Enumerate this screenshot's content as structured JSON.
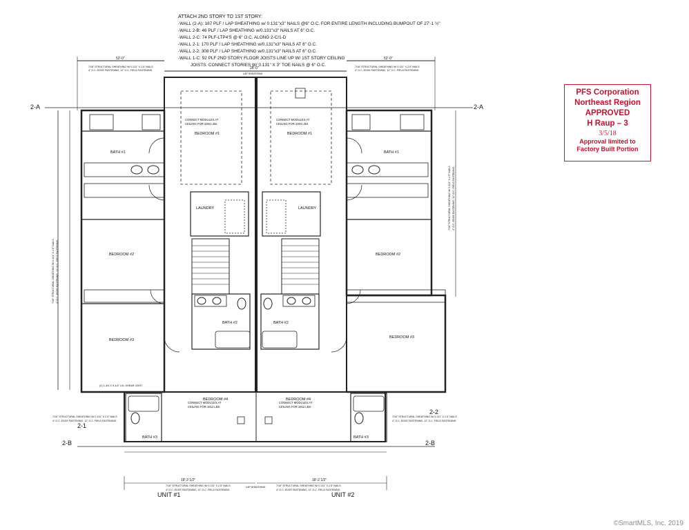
{
  "notes": {
    "heading": "ATTACH 2ND STORY TO 1ST STORY:",
    "lines": [
      "-WALL (2-A): 187 PLF / LAP SHEATHING w/ 0.131\"x3\" NAILS @6\" O.C. FOR ENTIRE LENGTH INCLUDING BUMPOUT OF 27'-1 ½\"",
      "-WALL 2-B: 46 PLF / LAP SHEATHING w/0.131\"x3\" NAILS AT 6\" O.C.",
      "-WALL 2-C: 74 PLF-LTP4'S @ 6\" O.C. ALONG 2-C/1-D",
      "-WALL 2-1: 170 PLF / LAP SHEATHING w/0.131\"x3\" NAILS AT 6\" O.C.",
      "-WALL 2-2: 308 PLF / LAP SHEATHING w/0.131\"x3\" NAILS AT 6\" O.C.",
      "-WALL 1-C: 92 PLF 2ND STORY FLOOR JOISTS LINE UP W/ 1ST STORY CEILING",
      "JOISTS.   CONNECT STORIES W/ 0.131\" X 3\" TOE NAILS @ 6\" O.C."
    ]
  },
  "stamp": {
    "line1": "PFS Corporation",
    "line2": "Northeast Region",
    "line3": "APPROVED",
    "line4": "H Raup – 3",
    "line5": "3/5/18",
    "line6": "Approval limited to",
    "line7": "Factory Built Portion"
  },
  "plan": {
    "grid_2a_left": "2-A",
    "grid_2a_right": "2-A",
    "grid_2b_left": "2-B",
    "grid_2b_right": "2-B",
    "grid_21": "2-1",
    "grid_22": "2-2",
    "rooms": {
      "bedroom1_left": "BEDROOM #1",
      "bedroom1_right": "BEDROOM #1",
      "bath1_left": "BATH #1",
      "bath1_right": "BATH #1",
      "laundry_left": "LAUNDRY",
      "laundry_right": "LAUNDRY",
      "bedroom2_left": "BEDROOM #2",
      "bedroom2_right": "BEDROOM #2",
      "bedroom3_left": "BEDROOM #3",
      "bedroom3_right": "BEDROOM #3",
      "bath2_left": "BATH #2",
      "bath2_right": "BATH #2",
      "bedroom4_left": "BEDROOM #4",
      "bedroom4_right": "BEDROOM #4",
      "bath3_left": "BATH #3",
      "bath3_right": "BATH #3"
    },
    "connect_2304_a": "CONNECT MODULES AT",
    "connect_2304_b": "CEILING FOR 2304 LBS",
    "connect_1812_a": "CONNECT MODULES AT",
    "connect_1812_b": "CEILING FOR 1812 LBS",
    "sheathing_a": "7/16\" STRUCTURAL SHEATHING W/ 0.131\" X 2.5\" NAILS",
    "sheathing_b": "4\" O.C. EDGE FASTENING, 12\" O.C. FIELD FASTENING",
    "lap_sheathing": "LAP SHEATHING",
    "shear_joist": "(2) 1-3/4 X 9-1/4\" LVL SHEAR JOIST",
    "unit1": "UNIT #1",
    "unit2": "UNIT #2",
    "dim_top_left": "52'-0\"",
    "dim_top_right": "52'-0\"",
    "dim_top_mid": "28'-0\"",
    "dim_bottom_left": "18'-2 1/2\"",
    "dim_bottom_right": "18'-2 1/2\""
  },
  "copyright": "©SmartMLS, Inc. 2019"
}
